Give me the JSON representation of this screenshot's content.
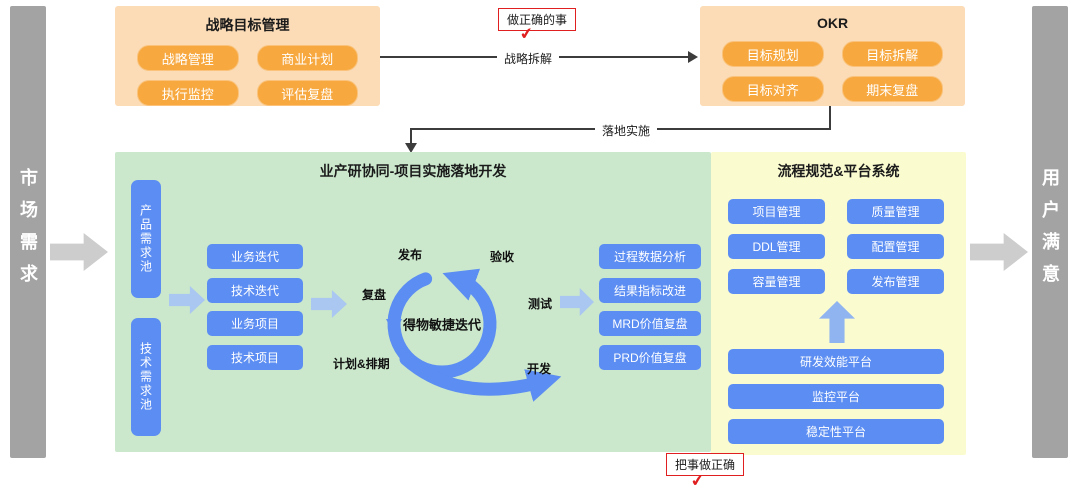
{
  "sides": {
    "left": "市场需求",
    "right": "用户满意"
  },
  "strategy_panel": {
    "title": "战略目标管理",
    "items": [
      "战略管理",
      "商业计划",
      "执行监控",
      "评估复盘"
    ]
  },
  "okr_panel": {
    "title": "OKR",
    "items": [
      "目标规划",
      "目标拆解",
      "目标对齐",
      "期末复盘"
    ]
  },
  "connectors": {
    "do_right_thing": "做正确的事",
    "strategy_split": "战略拆解",
    "landing": "落地实施",
    "do_thing_right": "把事做正确"
  },
  "icons": {
    "check": "✔"
  },
  "dev_panel": {
    "title": "业产研协同-项目实施落地开发",
    "pools": [
      "产品需求池",
      "技术需求池"
    ],
    "queues": [
      "业务迭代",
      "技术迭代",
      "业务项目",
      "技术项目"
    ],
    "cycle": {
      "center": "得物敏捷迭代",
      "stages": [
        "发布",
        "验收",
        "复盘",
        "测试",
        "计划&排期",
        "开发"
      ]
    },
    "reviews": [
      "过程数据分析",
      "结果指标改进",
      "MRD价值复盘",
      "PRD价值复盘"
    ]
  },
  "platform_panel": {
    "title": "流程规范&平台系统",
    "modules": [
      "项目管理",
      "质量管理",
      "DDL管理",
      "配置管理",
      "容量管理",
      "发布管理"
    ],
    "platforms": [
      "研发效能平台",
      "监控平台",
      "稳定性平台"
    ]
  },
  "colors": {
    "orange_panel": "#FBDCB7",
    "orange_button": "#F7A83F",
    "green_panel": "#CBE8CC",
    "yellow_panel": "#FBFBD0",
    "blue_box": "#5B8DF2",
    "gray_bar": "#A3A3A3",
    "light_blue_arrow": "#A9C7F0",
    "red_accent": "#E02020"
  }
}
